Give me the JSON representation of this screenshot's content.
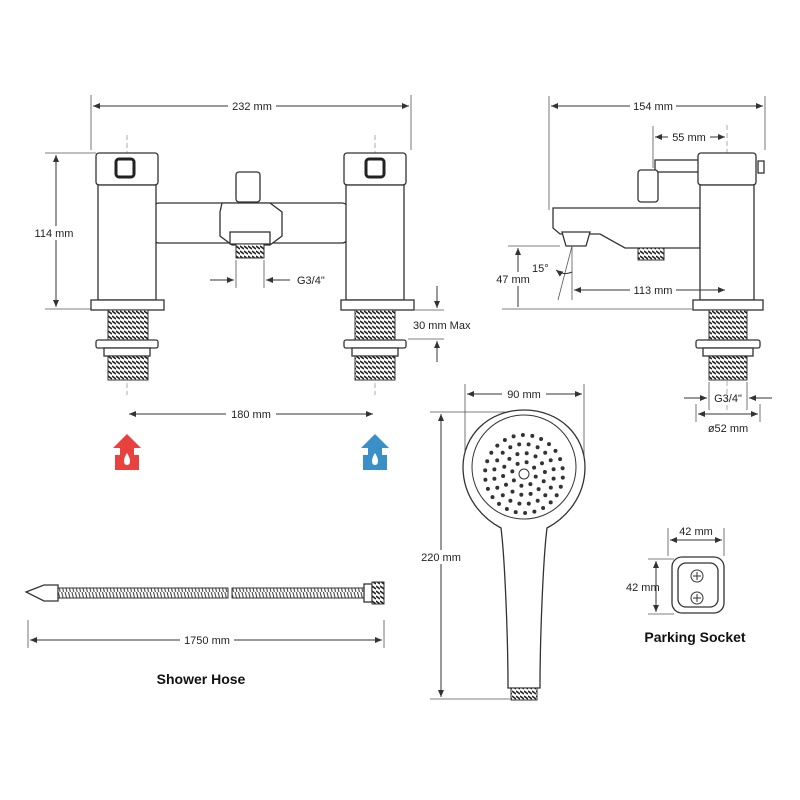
{
  "labels": {
    "overall_width": "232 mm",
    "overall_height": "114 mm",
    "thread_inlet": "G3/4\"",
    "deck_thickness": "30 mm Max",
    "centres": "180 mm",
    "side_depth": "154 mm",
    "lever_offset": "55 mm",
    "spout_height": "47 mm",
    "spout_angle": "15°",
    "spout_reach": "113 mm",
    "side_thread": "G3/4\"",
    "base_diameter": "ø52 mm",
    "handset_width": "90 mm",
    "handset_length": "220 mm",
    "hose_length": "1750 mm",
    "hose_title": "Shower Hose",
    "socket_width": "42 mm",
    "socket_height": "42 mm",
    "socket_title": "Parking Socket"
  },
  "colors": {
    "hot": "#e8423f",
    "cold": "#3a8fc6",
    "line": "#333333"
  },
  "icons": {
    "hot_inlet": "hot-water-arrow-icon",
    "cold_inlet": "cold-water-arrow-icon"
  }
}
